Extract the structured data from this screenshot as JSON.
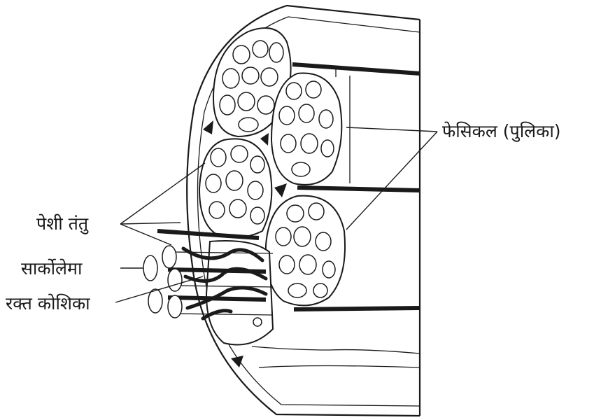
{
  "labels": {
    "fascicle": "फेसिकल (पुलिका)",
    "muscle_fibre": "पेशी तंतु",
    "sarcolemma": "सार्कोलेमा",
    "blood_capillary": "रक्त कोशिका"
  }
}
